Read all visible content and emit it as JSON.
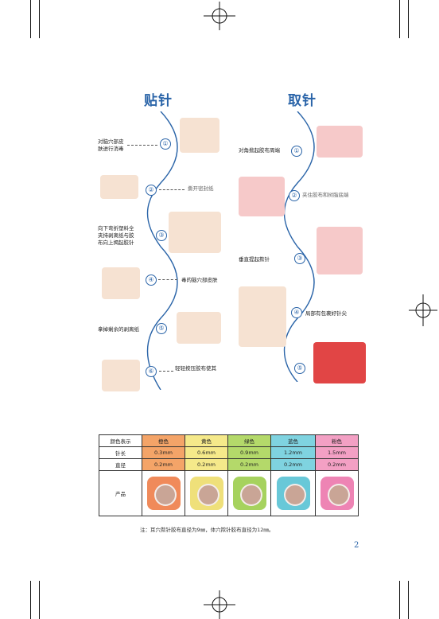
{
  "titles": {
    "left": "贴针",
    "right": "取针"
  },
  "apply_steps": [
    {
      "num": "①",
      "text_lines": [
        "对脑穴部皮",
        "肤进行消毒"
      ]
    },
    {
      "num": "②",
      "text_lines": [
        "撕开密封纸"
      ]
    },
    {
      "num": "③",
      "text_lines": [
        "向下弯折塑料全",
        "夹持剥离纸与胶",
        "布向上揭起胶针"
      ]
    },
    {
      "num": "④",
      "text_lines": [
        "毒的脑穴部皮肤"
      ]
    },
    {
      "num": "⑤",
      "text_lines": [
        "拿掉剩余的剥离纸"
      ]
    },
    {
      "num": "⑥",
      "text_lines": [
        "轻轻按压胶布使其"
      ]
    }
  ],
  "remove_steps": [
    {
      "num": "①",
      "text_lines": [
        "对角掀起胶布周端"
      ]
    },
    {
      "num": "②",
      "text_lines": [
        "夹住胶布和树脂底端"
      ]
    },
    {
      "num": "③",
      "text_lines": [
        "垂直提起揿针"
      ]
    },
    {
      "num": "④",
      "text_lines": [
        "局部有包裹好针尖"
      ]
    },
    {
      "num": "⑤",
      "text_lines": [
        ""
      ]
    }
  ],
  "table": {
    "row_headers": [
      "颜色表示",
      "针长",
      "直径",
      "产品"
    ],
    "columns": [
      {
        "color_name": "橙色",
        "length": "0.3mm",
        "diameter": "0.2mm",
        "color": "#f4a468",
        "patch": "#f08a5a"
      },
      {
        "color_name": "黄色",
        "length": "0.6mm",
        "diameter": "0.2mm",
        "color": "#f5e98a",
        "patch": "#efe07a"
      },
      {
        "color_name": "绿色",
        "length": "0.9mm",
        "diameter": "0.2mm",
        "color": "#b4d96a",
        "patch": "#a6d25e"
      },
      {
        "color_name": "蓝色",
        "length": "1.2mm",
        "diameter": "0.2mm",
        "color": "#7fd3e0",
        "patch": "#68c8d8"
      },
      {
        "color_name": "粉色",
        "length": "1.5mm",
        "diameter": "0.2mm",
        "color": "#f3a0c4",
        "patch": "#ee84b4"
      }
    ]
  },
  "note": "注：耳穴揿针胶布直径为9㎜，体穴揿针胶布直径为12㎜。",
  "page_number": "2"
}
